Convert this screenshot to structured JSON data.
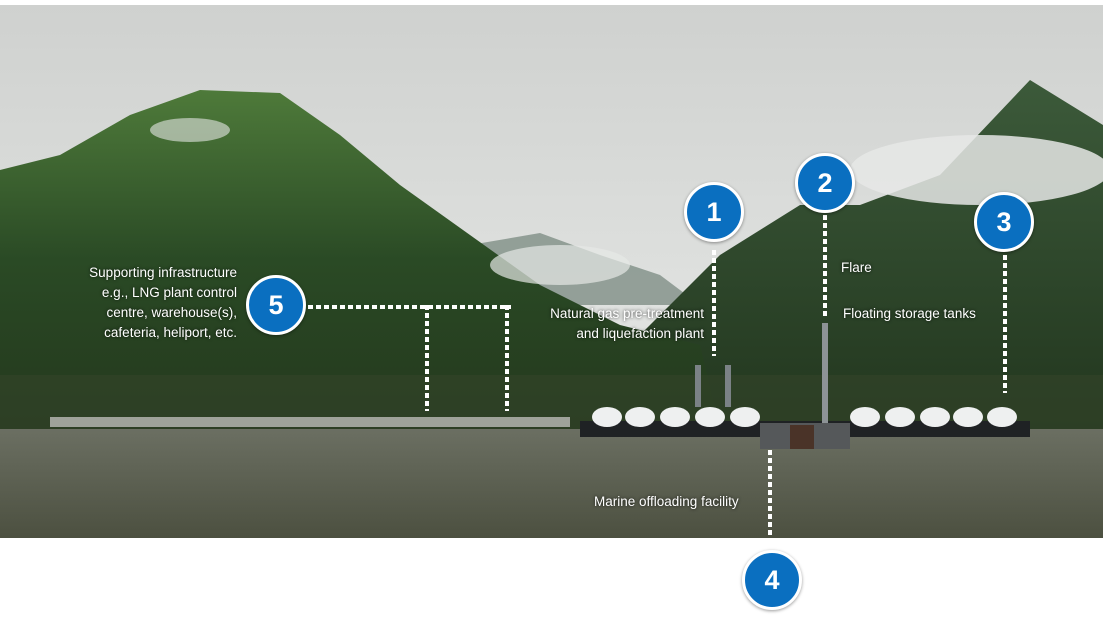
{
  "markers": [
    {
      "number": "1",
      "label": "Natural gas pre-treatment and liquefaction plant",
      "label_lines": [
        "Natural gas pre-treatment",
        "and liquefaction plant"
      ]
    },
    {
      "number": "2",
      "label": "Flare"
    },
    {
      "number": "3",
      "label": "Floating storage tanks"
    },
    {
      "number": "4",
      "label": "Marine offloading facility"
    },
    {
      "number": "5",
      "label": "Supporting infrastructure e.g., LNG plant control centre, warehouse(s), cafeteria, heliport, etc.",
      "label_lines": [
        "Supporting infrastructure",
        "e.g., LNG plant control",
        "centre, warehouse(s),",
        "cafeteria, heliport, etc."
      ]
    }
  ],
  "colors": {
    "marker": "#0a6fc0",
    "sky": "#dcdedc",
    "forest": "#2b4a26",
    "water": "#5a5e4e"
  }
}
